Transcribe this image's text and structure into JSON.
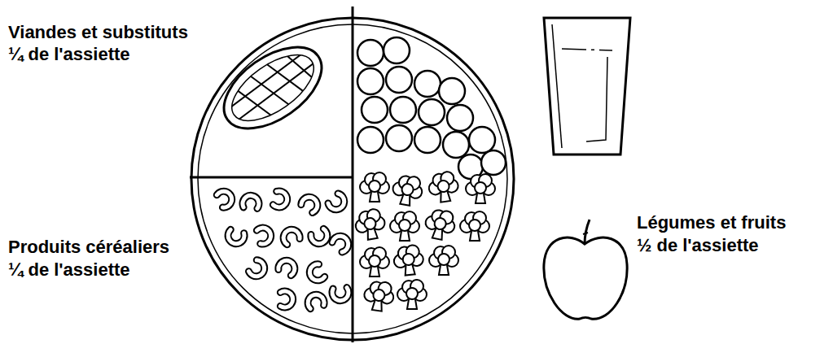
{
  "diagram": {
    "labels": [
      "Viandes et substituts",
      "¼ de l'assiette",
      "Produits céréaliers",
      "¼ de l'assiette",
      "Légumes et fruits",
      "½ de l'assiette"
    ]
  }
}
